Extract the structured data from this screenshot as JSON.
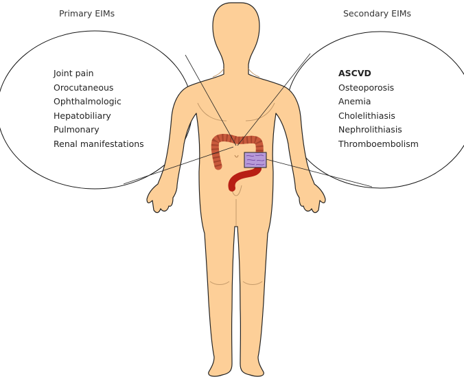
{
  "primary": {
    "heading": "Primary EIMs",
    "items": [
      {
        "label": "Joint pain"
      },
      {
        "label": "Orocutaneous"
      },
      {
        "label": "Ophthalmologic"
      },
      {
        "label": "Hepatobiliary"
      },
      {
        "label": "Pulmonary"
      },
      {
        "label": "Renal manifestations"
      }
    ]
  },
  "secondary": {
    "heading": "Secondary EIMs",
    "items": [
      {
        "label": "ASCVD",
        "bold": true
      },
      {
        "label": "Osteoporosis"
      },
      {
        "label": "Anemia"
      },
      {
        "label": "Cholelithiasis"
      },
      {
        "label": "Nephrolithiasis"
      },
      {
        "label": "Thromboembolism"
      }
    ]
  },
  "colors": {
    "skin": "#fdcf98",
    "outline": "#000000",
    "colon": "#c85a3c",
    "rectum": "#b81f14",
    "histology_inset": "#b79ad9"
  }
}
